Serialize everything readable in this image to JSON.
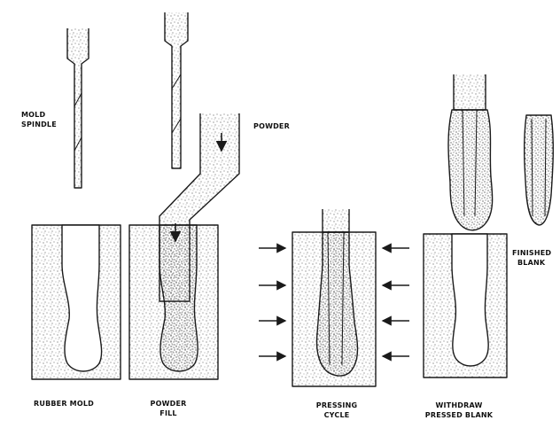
{
  "labels": {
    "mold_spindle": [
      "MOLD",
      "SPINDLE"
    ],
    "powder": "POWDER",
    "finished_blank": [
      "FINISHED",
      "BLANK"
    ],
    "rubber_mold": "RUBBER MOLD",
    "powder_fill": [
      "POWDER",
      "FILL"
    ],
    "pressing_cycle": [
      "PRESSING",
      "CYCLE"
    ],
    "withdraw_pressed_blank": [
      "WITHDRAW",
      "PRESSED BLANK"
    ]
  },
  "colors": {
    "ink": "#1a1a1a",
    "paper": "#ffffff"
  }
}
